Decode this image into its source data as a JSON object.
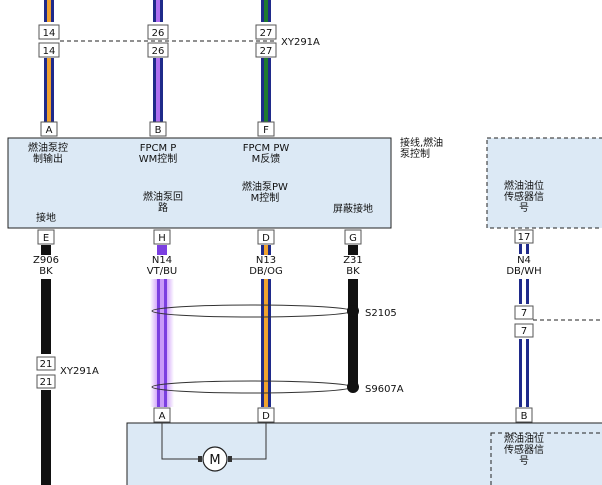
{
  "connector_xy291a": "XY291A",
  "top_pins": [
    {
      "upper": "14",
      "lower": "14"
    },
    {
      "upper": "26",
      "lower": "26"
    },
    {
      "upper": "27",
      "lower": "27"
    }
  ],
  "module": {
    "title_line1": "接线,燃油",
    "title_line2": "泵控制",
    "pins_top": [
      "A",
      "B",
      "F"
    ],
    "top_labels": [
      [
        "燃油泵控",
        "制输出"
      ],
      [
        "FPCM P",
        "WM控制"
      ],
      [
        "FPCM PW",
        "M反馈"
      ]
    ],
    "mid_labels": [
      [
        "燃油泵PW",
        "M控制"
      ],
      [
        "燃油泵回",
        "路"
      ]
    ],
    "bottom_labels": [
      "接地",
      "屏蔽接地"
    ],
    "pins_bottom": [
      "E",
      "H",
      "D",
      "G"
    ]
  },
  "wires": [
    {
      "circuit": "Z906",
      "color": "BK"
    },
    {
      "circuit": "N14",
      "color": "VT/BU"
    },
    {
      "circuit": "N13",
      "color": "DB/OG"
    },
    {
      "circuit": "Z31",
      "color": "BK"
    }
  ],
  "splices": [
    "S2105",
    "S9607A"
  ],
  "ground_connector": {
    "upper": "21",
    "lower": "21",
    "name": "XY291A"
  },
  "sensor": {
    "label": [
      "燃油油位",
      "传感器信",
      "号"
    ],
    "pin": "17",
    "wire": {
      "circuit": "N4",
      "color": "DB/WH"
    },
    "conn_upper": "7",
    "conn_lower": "7",
    "pin_bottom": "B"
  },
  "pump": {
    "pins": [
      "A",
      "D"
    ],
    "motor_label": "M",
    "sender_label": [
      "燃油油位",
      "传感器信",
      "号"
    ]
  },
  "colors": {
    "module_fill": "#dce9f5",
    "black": "#111111",
    "orange": "#f0a22e",
    "violet": "#a64bf4",
    "dark_blue": "#1f2a8a",
    "green": "#1e7a2e"
  }
}
